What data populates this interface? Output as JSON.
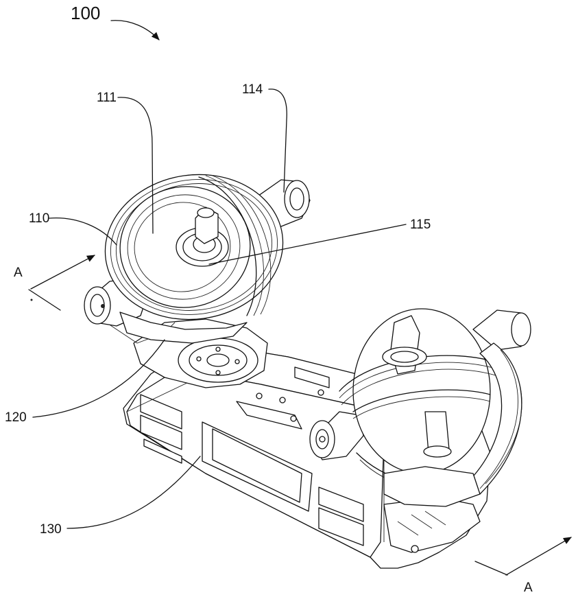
{
  "figure": {
    "assembly_label": "100",
    "part_labels": {
      "p111": "111",
      "p114": "114",
      "p110": "110",
      "p115": "115",
      "p120": "120",
      "p130": "130"
    },
    "section_marks": {
      "left": "A",
      "right": "A"
    }
  }
}
